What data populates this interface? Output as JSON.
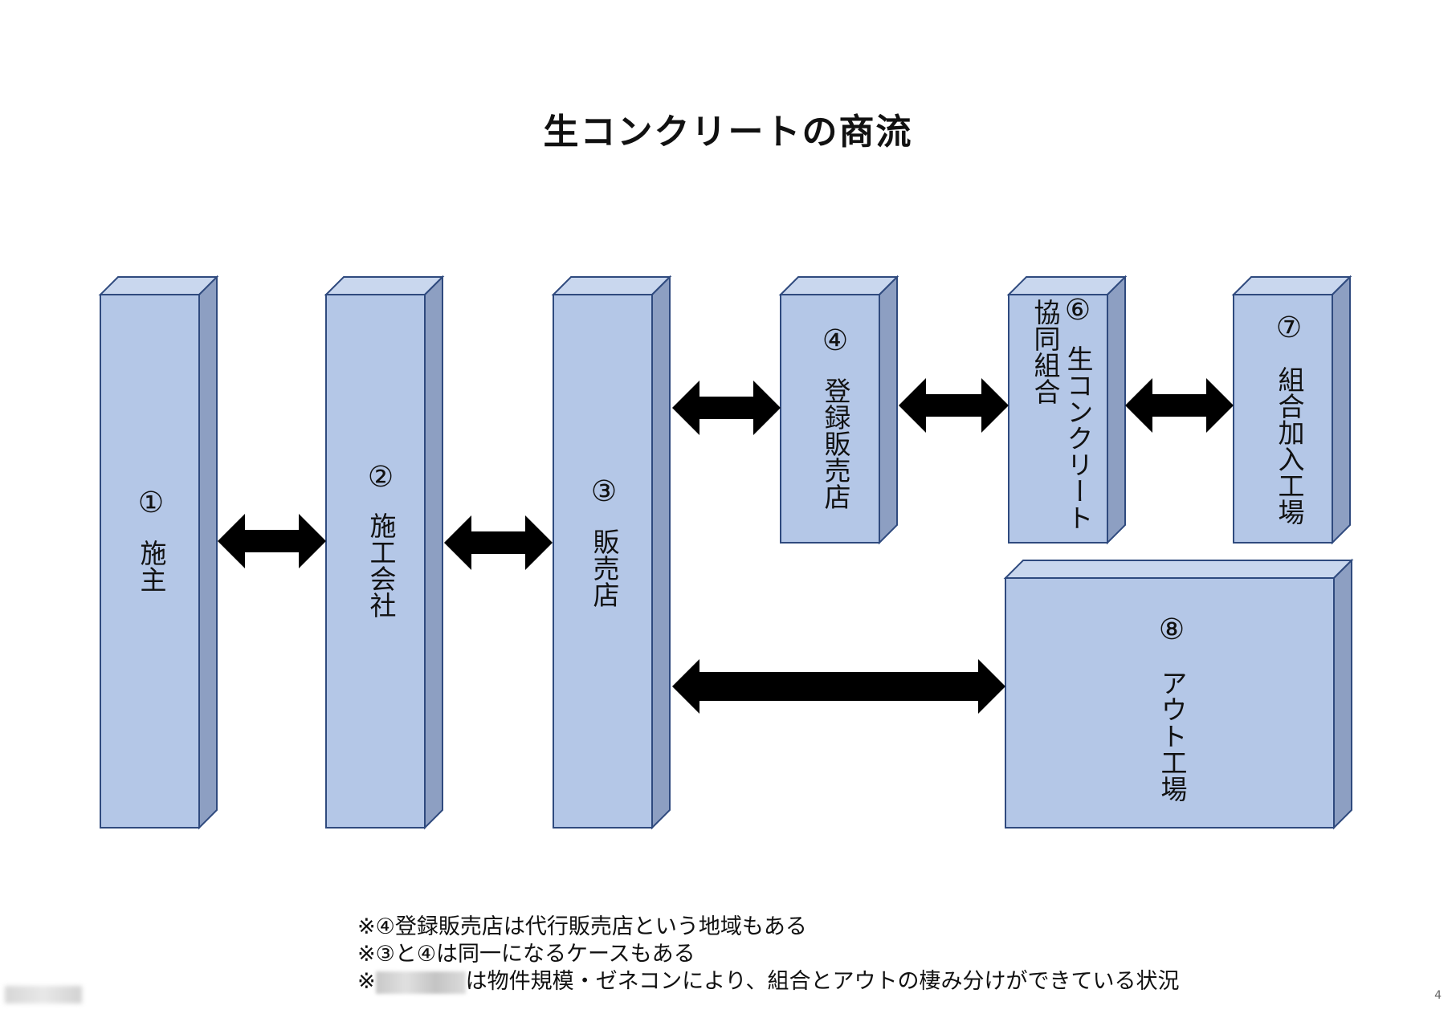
{
  "title": "生コンクリートの商流",
  "boxes": [
    {
      "id": "1",
      "number": "①",
      "label": "施主"
    },
    {
      "id": "2",
      "number": "②",
      "label": "施工会社"
    },
    {
      "id": "3",
      "number": "③",
      "label": "販売店"
    },
    {
      "id": "4",
      "number": "④",
      "label": "登録販売店"
    },
    {
      "id": "6",
      "number": "⑥",
      "label_line1": "生コンクリート",
      "label_line2": "協同組合"
    },
    {
      "id": "7",
      "number": "⑦",
      "label": "組合加入工場"
    },
    {
      "id": "8",
      "number": "⑧",
      "label": "アウト工場"
    }
  ],
  "notes": {
    "line1": "※④登録販売店は代行販売店という地域もある",
    "line2": "※③と④は同一になるケースもある",
    "line3_prefix": "※",
    "line3_suffix": "は物件規模・ゼネコンにより、組合とアウトの棲み分けができている状況"
  },
  "page_number": "4",
  "colors": {
    "box_front": "#b4c7e7",
    "box_top": "#c9d7ee",
    "box_side": "#8d9fc2",
    "box_border": "#2f4a7e",
    "arrow": "#000000"
  }
}
